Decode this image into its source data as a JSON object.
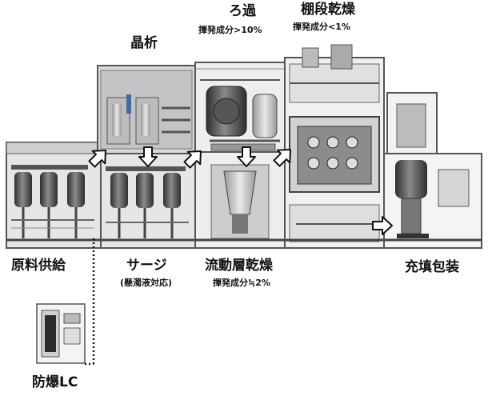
{
  "labels": {
    "crystallization": "晶析",
    "filtration": "ろ過",
    "filtration_note": "揮発成分>10%",
    "tray_drying": "棚段乾燥",
    "tray_drying_note": "揮発成分<1%",
    "raw_material_supply": "原料供給",
    "surge": "サージ",
    "surge_note": "(懸濁液対応)",
    "fluid_bed_drying": "流動層乾燥",
    "fluid_bed_drying_note": "揮発成分≒2%",
    "filling_packaging": "充填包装",
    "explosion_proof_lc": "防爆LC"
  },
  "colors": {
    "frame_dark": "#4a4a4a",
    "frame_light": "#9a9a9a",
    "panel_fill": "#e2e2e2",
    "vessel_dark": "#3c3c3c",
    "vessel_mid": "#7a7a7a",
    "arrow_fill": "#ffffff",
    "arrow_stroke": "#111111"
  },
  "icons": {
    "flow_arrow": "block-arrow-icon",
    "connection": "dotted-line"
  }
}
